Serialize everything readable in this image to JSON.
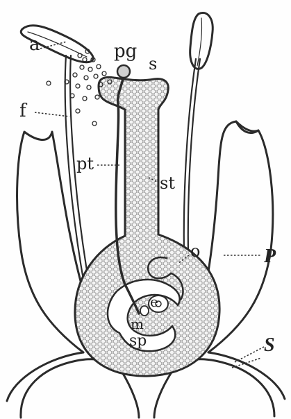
{
  "labels": {
    "anther": "a",
    "pollen_grain": "pg",
    "stigma": "s",
    "filament": "f",
    "pollen_tube": "pt",
    "style": "st",
    "ovary": "o",
    "petal": "P",
    "egg": "e",
    "micropyle": "m",
    "sepal": "S",
    "sac": "sp"
  },
  "colors": {
    "ink": "#2b2b2b",
    "pistil_fill": "#e4e4e4",
    "cell_stroke": "#9a9a9a",
    "background": "#fefefe"
  }
}
